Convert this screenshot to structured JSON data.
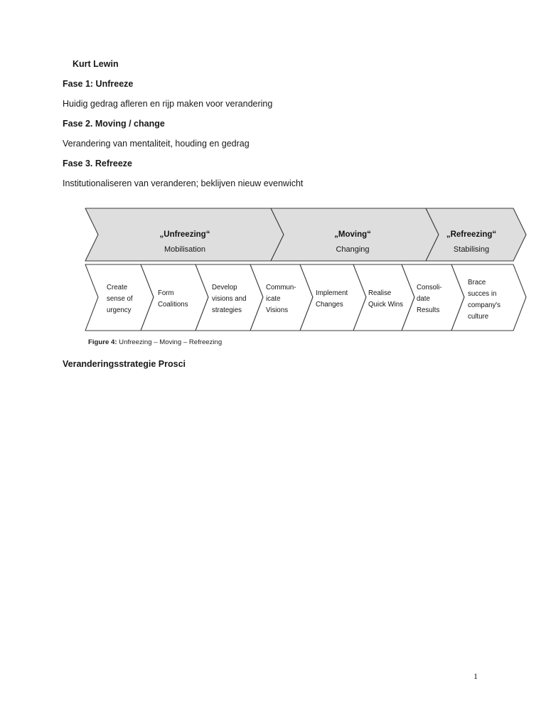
{
  "document": {
    "heading": "Kurt Lewin",
    "lines": [
      {
        "text": "Fase 1: Unfreeze",
        "bold": true
      },
      {
        "text": "Huidig gedrag afleren en rijp maken voor verandering",
        "bold": false
      },
      {
        "text": "Fase 2. Moving / change",
        "bold": true
      },
      {
        "text": "Verandering van mentaliteit, houding en gedrag",
        "bold": false
      },
      {
        "text": "Fase 3. Refreeze",
        "bold": true
      },
      {
        "text": "Institutionaliseren van veranderen; beklijven nieuw evenwicht",
        "bold": false
      }
    ],
    "subheading": "Veranderingsstrategie Prosci",
    "page_number": "1"
  },
  "figure": {
    "caption_label": "Figure 4:",
    "caption_text": " Unfreezing – Moving – Refreezing",
    "band_fill": "#dedede",
    "step_fill": "#ffffff",
    "stroke": "#3b3b3b",
    "bands": [
      {
        "title": "„Unfreezing“",
        "subtitle": "Mobilisation"
      },
      {
        "title": "„Moving“",
        "subtitle": "Changing"
      },
      {
        "title": "„Refreezing“",
        "subtitle": "Stabilising"
      }
    ],
    "steps": [
      {
        "lines": [
          "Create",
          "sense of",
          "urgency"
        ]
      },
      {
        "lines": [
          "Form",
          "Coalitions"
        ]
      },
      {
        "lines": [
          "Develop",
          "visions and",
          "strategies"
        ]
      },
      {
        "lines": [
          "Commun-",
          "icate",
          "Visions"
        ]
      },
      {
        "lines": [
          "Implement",
          "Changes"
        ]
      },
      {
        "lines": [
          "Realise",
          "Quick Wins"
        ]
      },
      {
        "lines": [
          "Consoli-",
          "date",
          "Results"
        ]
      },
      {
        "lines": [
          "Brace",
          "succes in",
          "company's",
          "culture"
        ]
      }
    ]
  }
}
